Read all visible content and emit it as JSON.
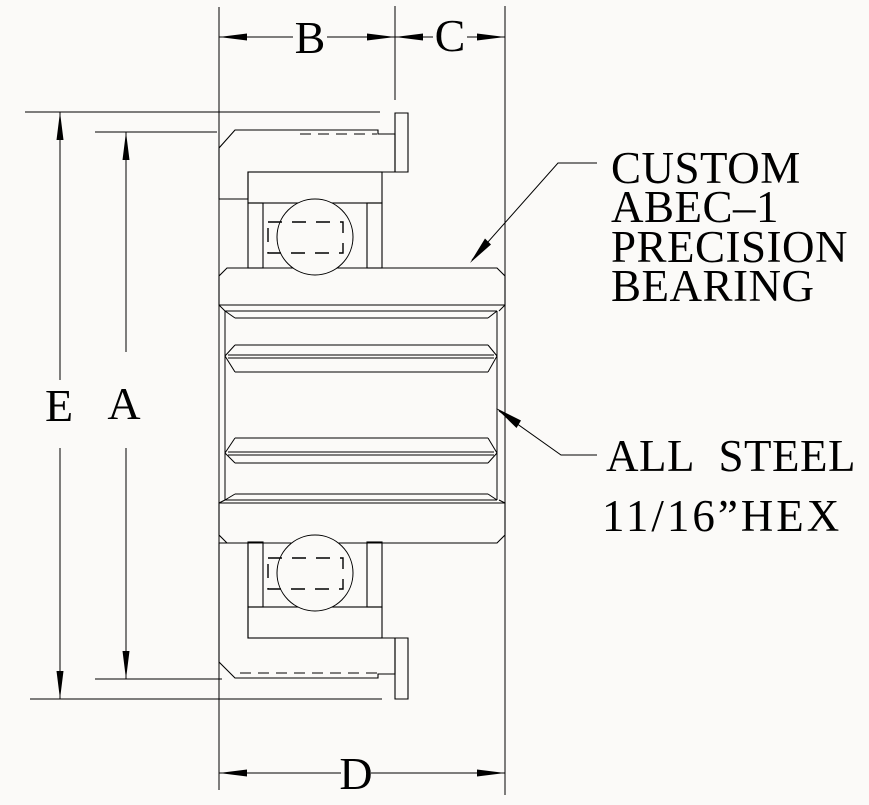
{
  "page": {
    "background": "#fbfaf8",
    "ink": "#000000"
  },
  "dimension_labels": {
    "b": "B",
    "c": "C",
    "d": "D",
    "e": "E",
    "a": "A"
  },
  "notes": {
    "bearing": {
      "line1": "CUSTOM",
      "line2": "ABEC–1",
      "line3": "PRECISION",
      "line4": "BEARING"
    },
    "hex": {
      "line1": "ALL  STEEL",
      "line2": "11/16”HEX"
    }
  }
}
